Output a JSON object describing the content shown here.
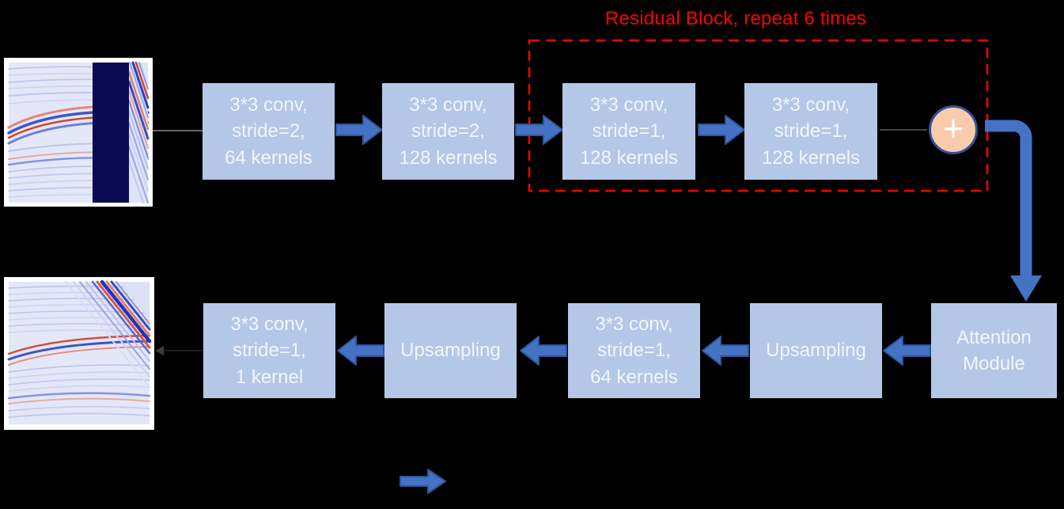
{
  "title": "Residual Block, repeat 6 times",
  "nodes": {
    "conv1": "3*3 conv,\nstride=2,\n64 kernels",
    "conv2": "3*3 conv,\nstride=2,\n128 kernels",
    "conv3": "3*3 conv,\nstride=1,\n128 kernels",
    "conv4": "3*3 conv,\nstride=1,\n128 kernels",
    "sum_symbol": "+",
    "attention": "Attention\nModule",
    "upsampling_a": "Upsampling",
    "conv5": "3*3 conv,\nstride=1,\n64 kernels",
    "upsampling_b": "Upsampling",
    "conv6": "3*3 conv,\nstride=1,\n1 kernel"
  },
  "images": {
    "input": "masked-seismic-gather",
    "output": "reconstructed-seismic-gather"
  },
  "colors": {
    "background": "#000000",
    "node_fill": "#b4c7e7",
    "node_text": "#f2f5fb",
    "arrow_fill": "#4472c4",
    "arrow_border": "#2f5597",
    "sum_fill": "#f8cbad",
    "sum_border": "#34509a",
    "residual_outline": "#ff0000",
    "title_color": "#ff0000",
    "connector_gray": "#8a8a8a"
  }
}
